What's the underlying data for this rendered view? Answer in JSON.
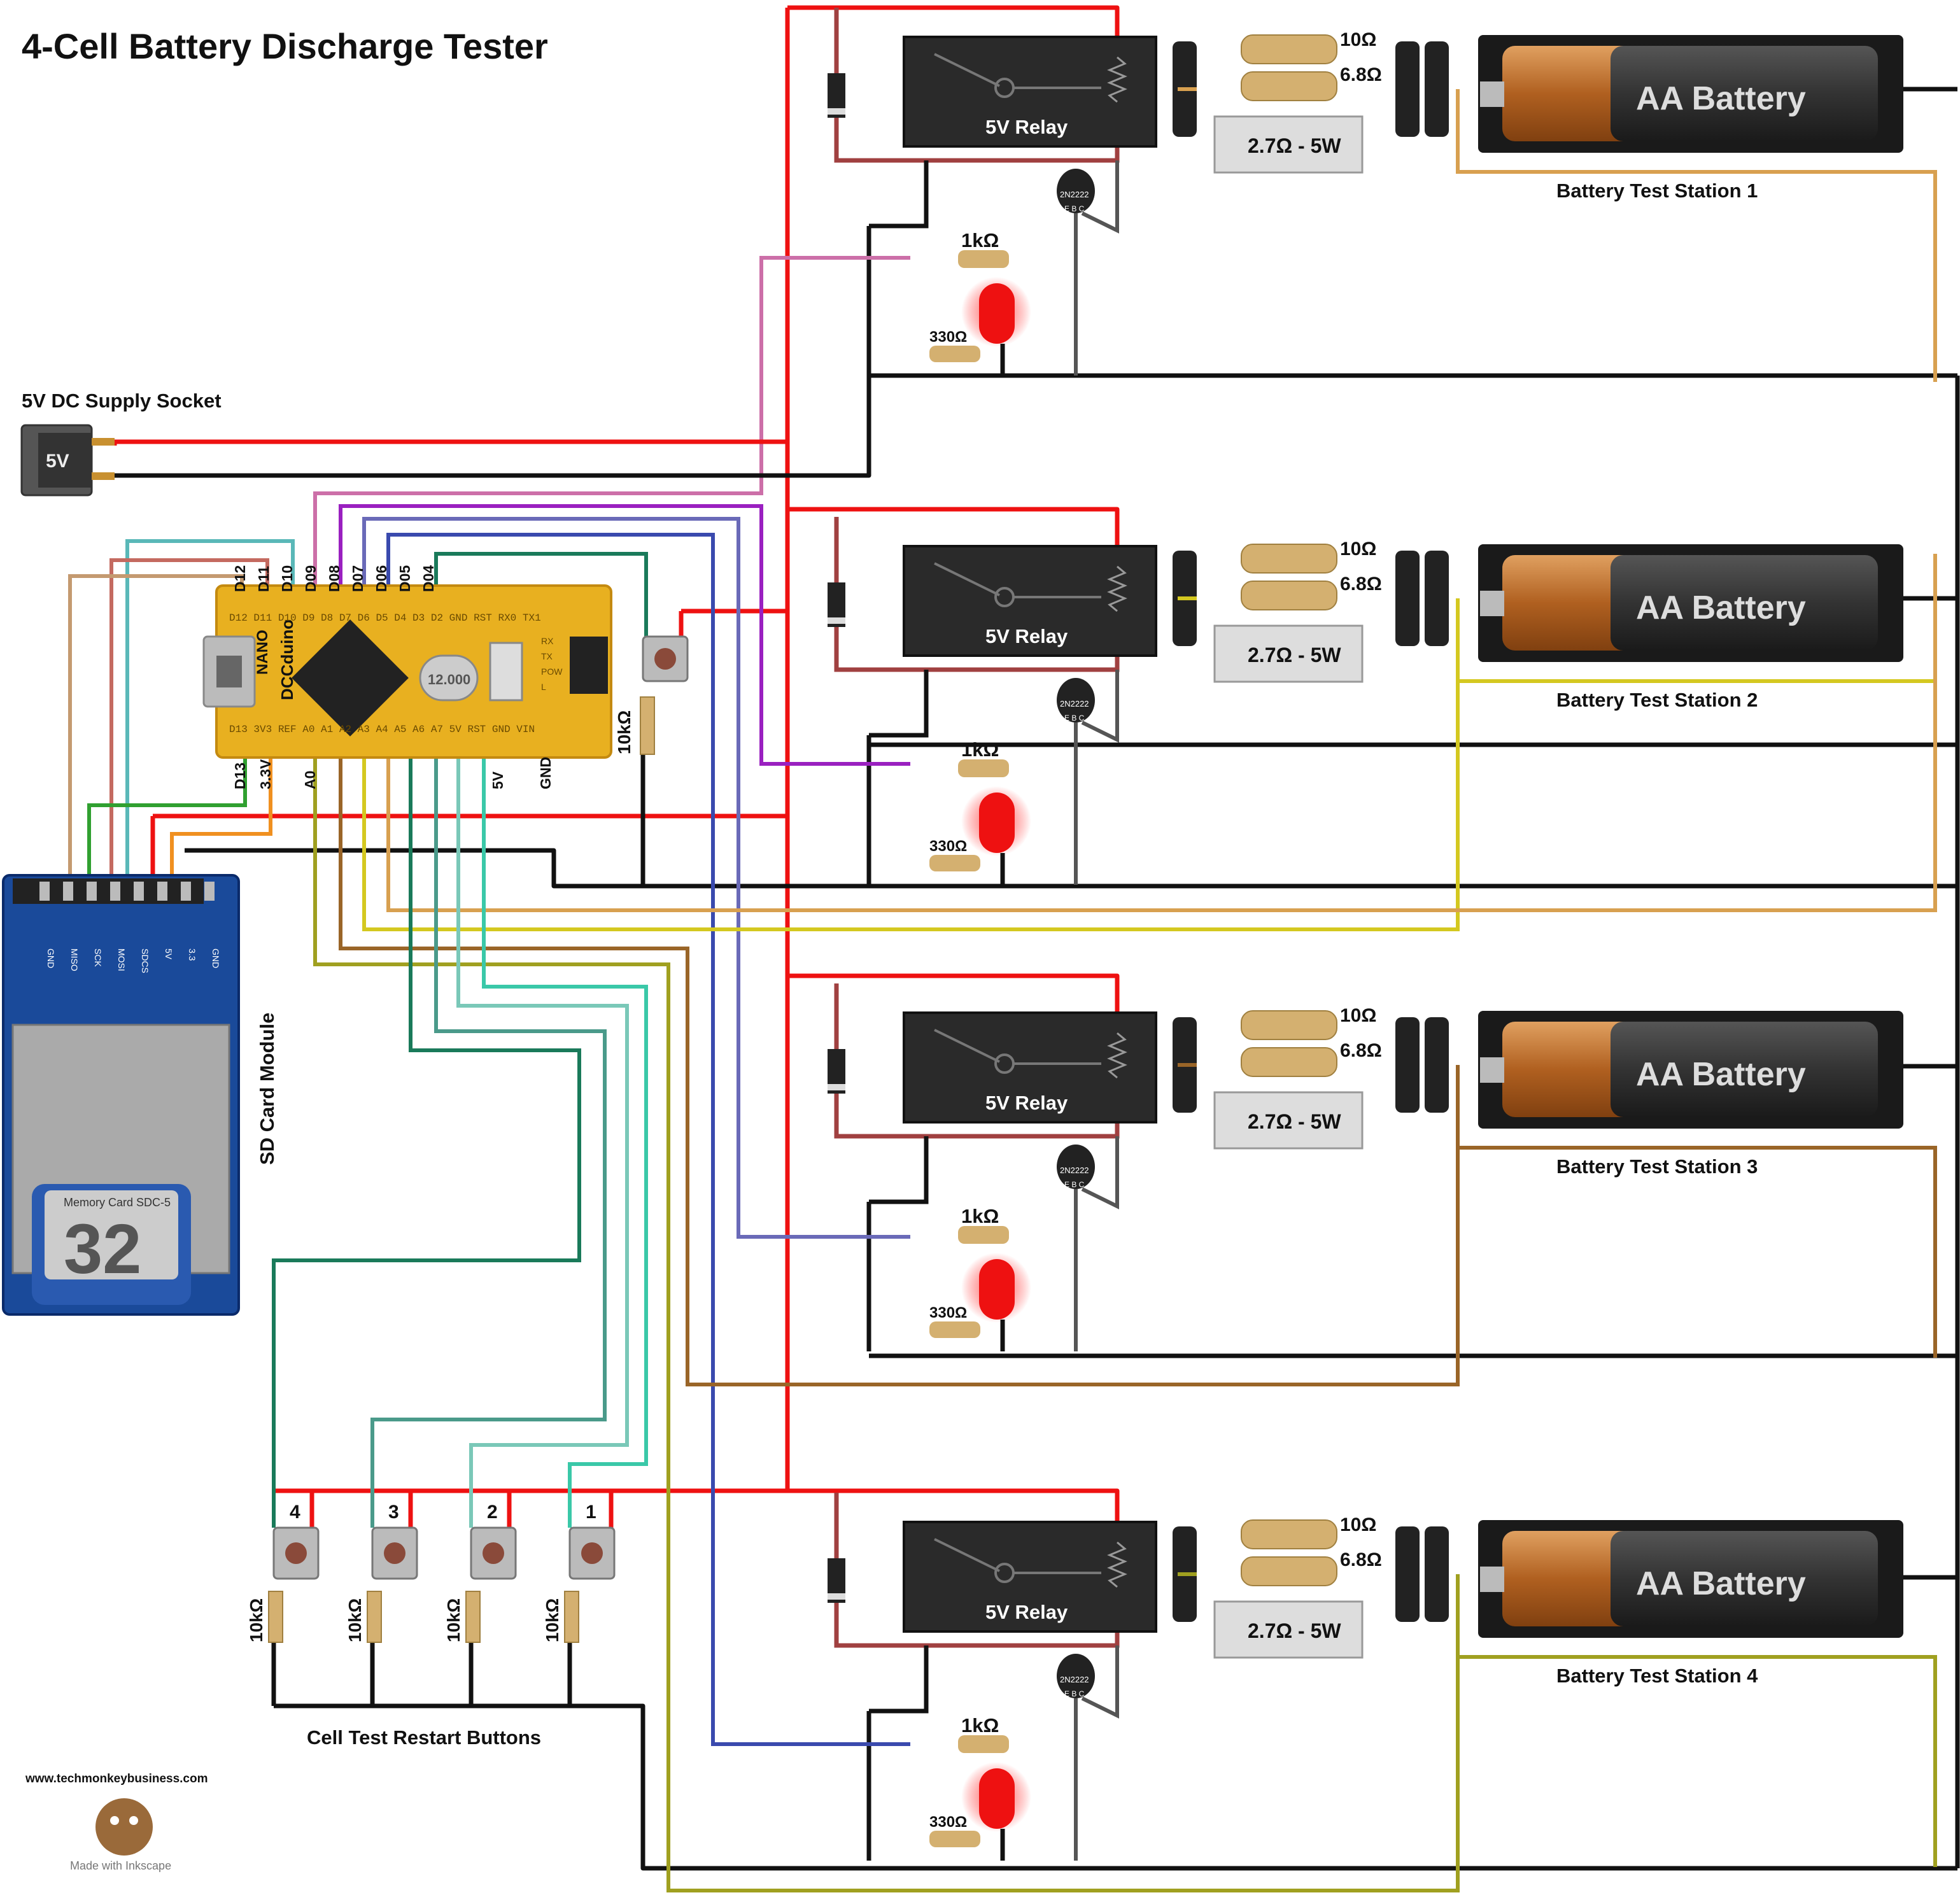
{
  "title": "4-Cell Battery Discharge Tester",
  "supply": {
    "label": "5V DC Supply Socket",
    "socket_text": "5V"
  },
  "arduino": {
    "name": "NANO",
    "brand": "DCCduino",
    "crystal": "12.000",
    "top_pins": [
      "D12",
      "D11",
      "D10",
      "D09",
      "D08",
      "D07",
      "D06",
      "D05",
      "D04"
    ],
    "bottom_pins": [
      "D13",
      "3.3V",
      "A0",
      "5V",
      "GND"
    ],
    "side_pins": [
      "RX",
      "TX",
      "POW",
      "L"
    ],
    "silk_top": "D12 D11 D10 D9 D8 D7 D6 D5 D4 D3 D2 GND RST RX0 TX1",
    "silk_bottom": "D13 3V3 REF A0 A1 A2 A3 A4 A5 A6 A7 5V RST GND VIN"
  },
  "reset_resistor": "10kΩ",
  "sd_module": {
    "label": "SD Card Module",
    "pins": [
      "GND",
      "MISO",
      "SCK",
      "MOSI",
      "SDCS",
      "5V",
      "3.3",
      "GND"
    ],
    "card_text": "Memory Card SDC-5",
    "card_size": "32"
  },
  "stations": [
    {
      "label": "Battery Test Station 1",
      "relay": "5V Relay",
      "transistor": "2N2222",
      "pins": "E B C",
      "r_base": "1kΩ",
      "r_led": "330Ω",
      "r1": "10Ω",
      "r2": "6.8Ω",
      "load": "2.7Ω - 5W",
      "battery": "AA Battery",
      "color": "#d8a050"
    },
    {
      "label": "Battery Test Station 2",
      "relay": "5V Relay",
      "transistor": "2N2222",
      "pins": "E B C",
      "r_base": "1kΩ",
      "r_led": "330Ω",
      "r1": "10Ω",
      "r2": "6.8Ω",
      "load": "2.7Ω - 5W",
      "battery": "AA Battery",
      "color": "#d4c820"
    },
    {
      "label": "Battery Test Station 3",
      "relay": "5V Relay",
      "transistor": "2N2222",
      "pins": "E B C",
      "r_base": "1kΩ",
      "r_led": "330Ω",
      "r1": "10Ω",
      "r2": "6.8Ω",
      "load": "2.7Ω - 5W",
      "battery": "AA Battery",
      "color": "#9a6528"
    },
    {
      "label": "Battery Test Station 4",
      "relay": "5V Relay",
      "transistor": "2N2222",
      "pins": "E B C",
      "r_base": "1kΩ",
      "r_led": "330Ω",
      "r1": "10Ω",
      "r2": "6.8Ω",
      "load": "2.7Ω - 5W",
      "battery": "AA Battery",
      "color": "#a0a020"
    }
  ],
  "buttons": {
    "label": "Cell Test Restart Buttons",
    "items": [
      {
        "num": "4",
        "resistor": "10kΩ"
      },
      {
        "num": "3",
        "resistor": "10kΩ"
      },
      {
        "num": "2",
        "resistor": "10kΩ"
      },
      {
        "num": "1",
        "resistor": "10kΩ"
      }
    ]
  },
  "footer": {
    "url": "www.techmonkeybusiness.com",
    "made_with": "Made with Inkscape"
  },
  "colors": {
    "vcc": "#ee1111",
    "gnd": "#111111",
    "board": "#e8b020",
    "relay": "#2a2a2a"
  }
}
